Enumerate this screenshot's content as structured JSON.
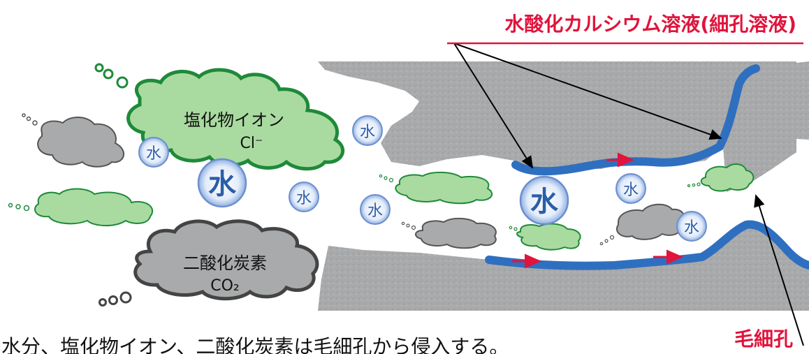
{
  "title_label": "水酸化カルシウム溶液(細孔溶液)",
  "capillary_label": "毛細孔",
  "chloride_cloud": {
    "line1": "塩化物イオン",
    "line2": "Cl⁻"
  },
  "co2_cloud": {
    "line1": "二酸化炭素",
    "line2": "CO₂"
  },
  "water_label": "水",
  "caption": "水分、塩化物イオン、二酸化炭素は毛細孔から侵入する。",
  "colors": {
    "concrete": "#a9aaab",
    "pore_solution": "#2f6fc0",
    "label_red": "#e0143c",
    "chloride_green": "#a9dba0",
    "co2_gray": "#a9aaab",
    "water_blue": "#2b5ea8"
  }
}
